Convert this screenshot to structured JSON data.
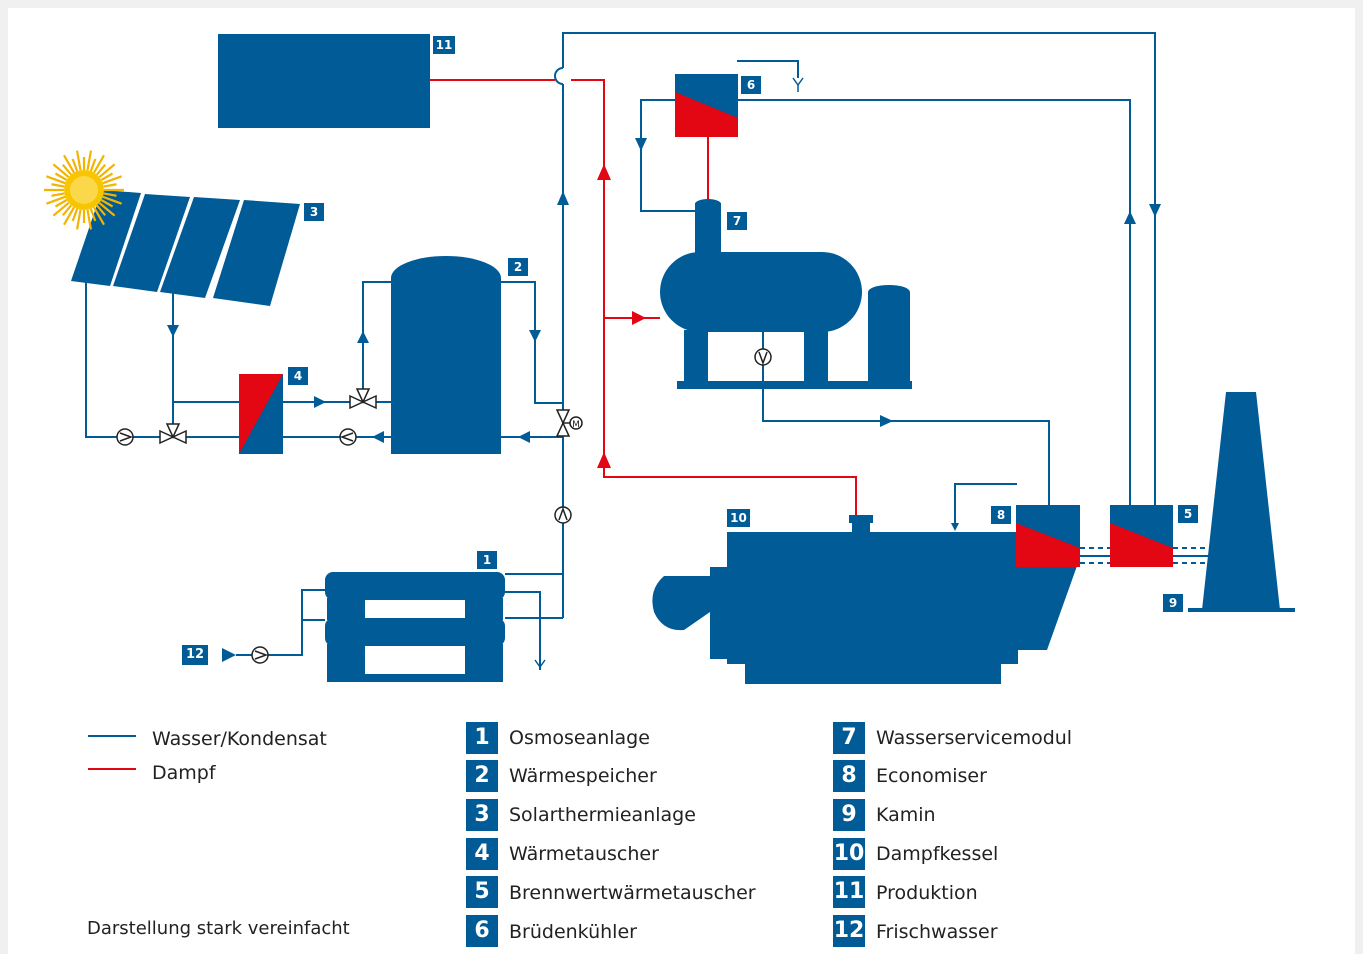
{
  "colors": {
    "equipment": "#005b96",
    "water_line": "#005b96",
    "steam_line": "#e30613",
    "sun_core": "#f7c600",
    "sun_rays": "#f2b400",
    "frame": "#f0f0f0"
  },
  "component_tags": {
    "t1": "1",
    "t2": "2",
    "t3": "3",
    "t4": "4",
    "t5": "5",
    "t6": "6",
    "t7": "7",
    "t8": "8",
    "t9": "9",
    "t10": "10",
    "t11": "11",
    "t12": "12"
  },
  "legend": {
    "water": "Wasser/Kondensat",
    "steam": "Dampf"
  },
  "key": [
    {
      "num": "1",
      "label": "Osmoseanlage"
    },
    {
      "num": "2",
      "label": "Wärmespeicher"
    },
    {
      "num": "3",
      "label": "Solarthermieanlage"
    },
    {
      "num": "4",
      "label": "Wärmetauscher"
    },
    {
      "num": "5",
      "label": "Brennwertwärmetauscher"
    },
    {
      "num": "6",
      "label": "Brüdenkühler"
    },
    {
      "num": "7",
      "label": "Wasserservicemodul"
    },
    {
      "num": "8",
      "label": "Economiser"
    },
    {
      "num": "9",
      "label": "Kamin"
    },
    {
      "num": "10",
      "label": "Dampfkessel"
    },
    {
      "num": "11",
      "label": "Produktion"
    },
    {
      "num": "12",
      "label": "Frischwasser"
    }
  ],
  "note": "Darstellung stark vereinfacht"
}
